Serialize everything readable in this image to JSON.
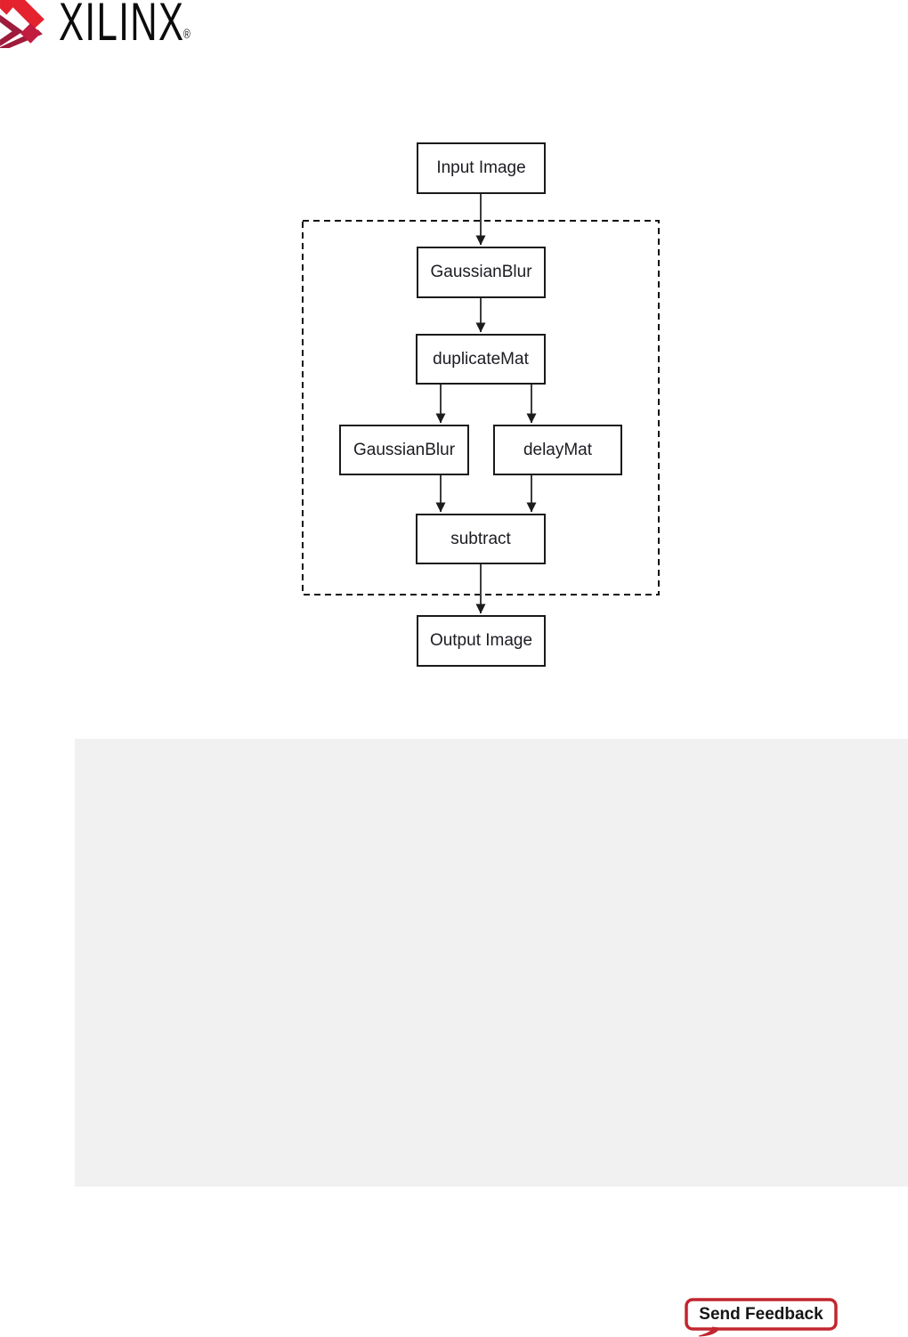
{
  "brand": {
    "name": "XILINX",
    "registered_mark": "®",
    "mark_bright_red": "#E4232E",
    "mark_dark_red": "#9E1B3C",
    "mark_mid_red": "#C21C40"
  },
  "diagram": {
    "nodes": [
      {
        "id": "input-image",
        "label": "Input Image"
      },
      {
        "id": "gaussian-blur-top",
        "label": "GaussianBlur"
      },
      {
        "id": "duplicate-mat",
        "label": "duplicateMat"
      },
      {
        "id": "gaussian-blur-left",
        "label": "GaussianBlur"
      },
      {
        "id": "delay-mat",
        "label": "delayMat"
      },
      {
        "id": "subtract",
        "label": "subtract"
      },
      {
        "id": "output-image",
        "label": "Output Image"
      }
    ],
    "edges": [
      {
        "from": "input-image",
        "to": "gaussian-blur-top"
      },
      {
        "from": "gaussian-blur-top",
        "to": "duplicate-mat"
      },
      {
        "from": "duplicate-mat",
        "to": "gaussian-blur-left"
      },
      {
        "from": "duplicate-mat",
        "to": "delay-mat"
      },
      {
        "from": "gaussian-blur-left",
        "to": "subtract"
      },
      {
        "from": "delay-mat",
        "to": "subtract"
      },
      {
        "from": "subtract",
        "to": "output-image"
      }
    ],
    "dashed_region": "encloses GaussianBlur, duplicateMat, GaussianBlur, delayMat, subtract",
    "box_border_color": "#1A1A1A",
    "arrow_color": "#3C3C3C"
  },
  "code_block": {
    "background_color": "#F1F1F2"
  },
  "feedback_button": {
    "label": "Send Feedback",
    "border_color": "#C2262F"
  }
}
